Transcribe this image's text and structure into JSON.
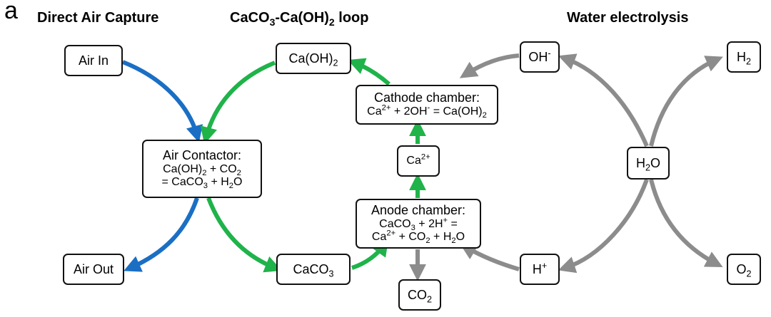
{
  "panel_label": "a",
  "headers": {
    "dac": "Direct Air Capture",
    "loop_pre": "CaCO",
    "loop_sub1": "3",
    "loop_mid": "-Ca(OH)",
    "loop_sub2": "2",
    "loop_post": " loop",
    "water": "Water electrolysis"
  },
  "nodes": {
    "air_in": "Air In",
    "air_out": "Air Out",
    "caoh2": {
      "a": "Ca(OH)",
      "s": "2"
    },
    "caco3": {
      "a": "CaCO",
      "s": "3"
    },
    "co2": {
      "a": "CO",
      "s": "2"
    },
    "ca2": {
      "a": "Ca",
      "sup": "2+"
    },
    "oh": {
      "a": "OH",
      "sup": "-"
    },
    "hplus": {
      "a": "H",
      "sup": "+"
    },
    "h2": {
      "a": "H",
      "s": "2"
    },
    "o2": {
      "a": "O",
      "s": "2"
    },
    "h2o": {
      "a": "H",
      "s": "2",
      "b": "O"
    },
    "contactor": {
      "title": "Air Contactor:",
      "l1a": "Ca(OH)",
      "l1s": "2",
      "l1b": " + CO",
      "l1s2": "2",
      "l2a": "= CaCO",
      "l2s": "3",
      "l2b": " + H",
      "l2s2": "2",
      "l2c": "O"
    },
    "cathode": {
      "title": "Cathode chamber:",
      "a": "Ca",
      "sup1": "2+",
      "b": " + 2OH",
      "sup2": "-",
      "c": " = Ca(OH)",
      "s": "2"
    },
    "anode": {
      "title": "Anode chamber:",
      "l1a": "CaCO",
      "l1s": "3",
      "l1b": " + 2H",
      "l1sup": "+",
      "l1c": " =",
      "l2a": "Ca",
      "l2sup": "2+",
      "l2b": " + CO",
      "l2s": "2",
      "l2c": " + H",
      "l2s2": "2",
      "l2d": "O"
    }
  },
  "colors": {
    "blue": "#1a6fc4",
    "green": "#1fb34a",
    "gray": "#8c8c8c"
  }
}
